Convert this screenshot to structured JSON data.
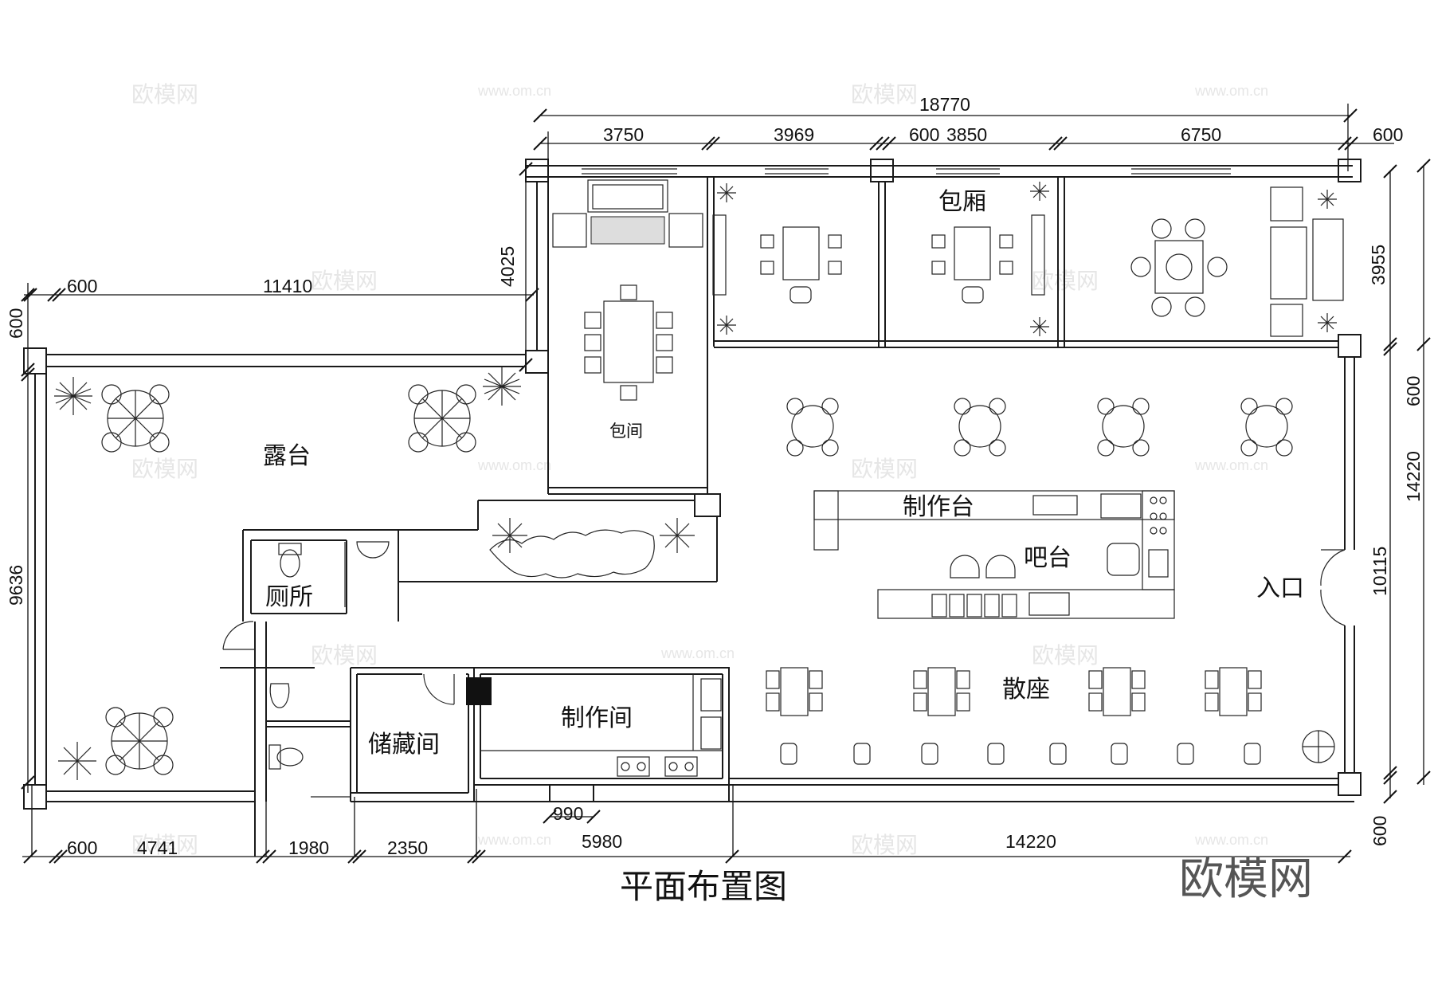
{
  "drawing": {
    "title": "平面布置图",
    "watermark": "欧模网",
    "bg_watermark_cn": "欧模网",
    "bg_watermark_url": "www.om.cn"
  },
  "rooms": {
    "terrace": "露台",
    "private_room": "包间",
    "booth": "包厢",
    "prep_counter": "制作台",
    "bar": "吧台",
    "toilet": "厕所",
    "entrance": "入口",
    "storage": "储藏间",
    "kitchen": "制作间",
    "open_seating": "散座"
  },
  "dimensions": {
    "top_total": "18770",
    "top": [
      "3750",
      "3969",
      "600",
      "3850",
      "6750",
      "600"
    ],
    "terrace_top": [
      "600",
      "11410"
    ],
    "left": [
      "4025",
      "600",
      "9636"
    ],
    "right": [
      "3955",
      "600",
      "14220",
      "10115",
      "600"
    ],
    "bottom": [
      "600",
      "4741",
      "1980",
      "2350",
      "5980",
      "14220"
    ],
    "bottom_sub": "990"
  }
}
